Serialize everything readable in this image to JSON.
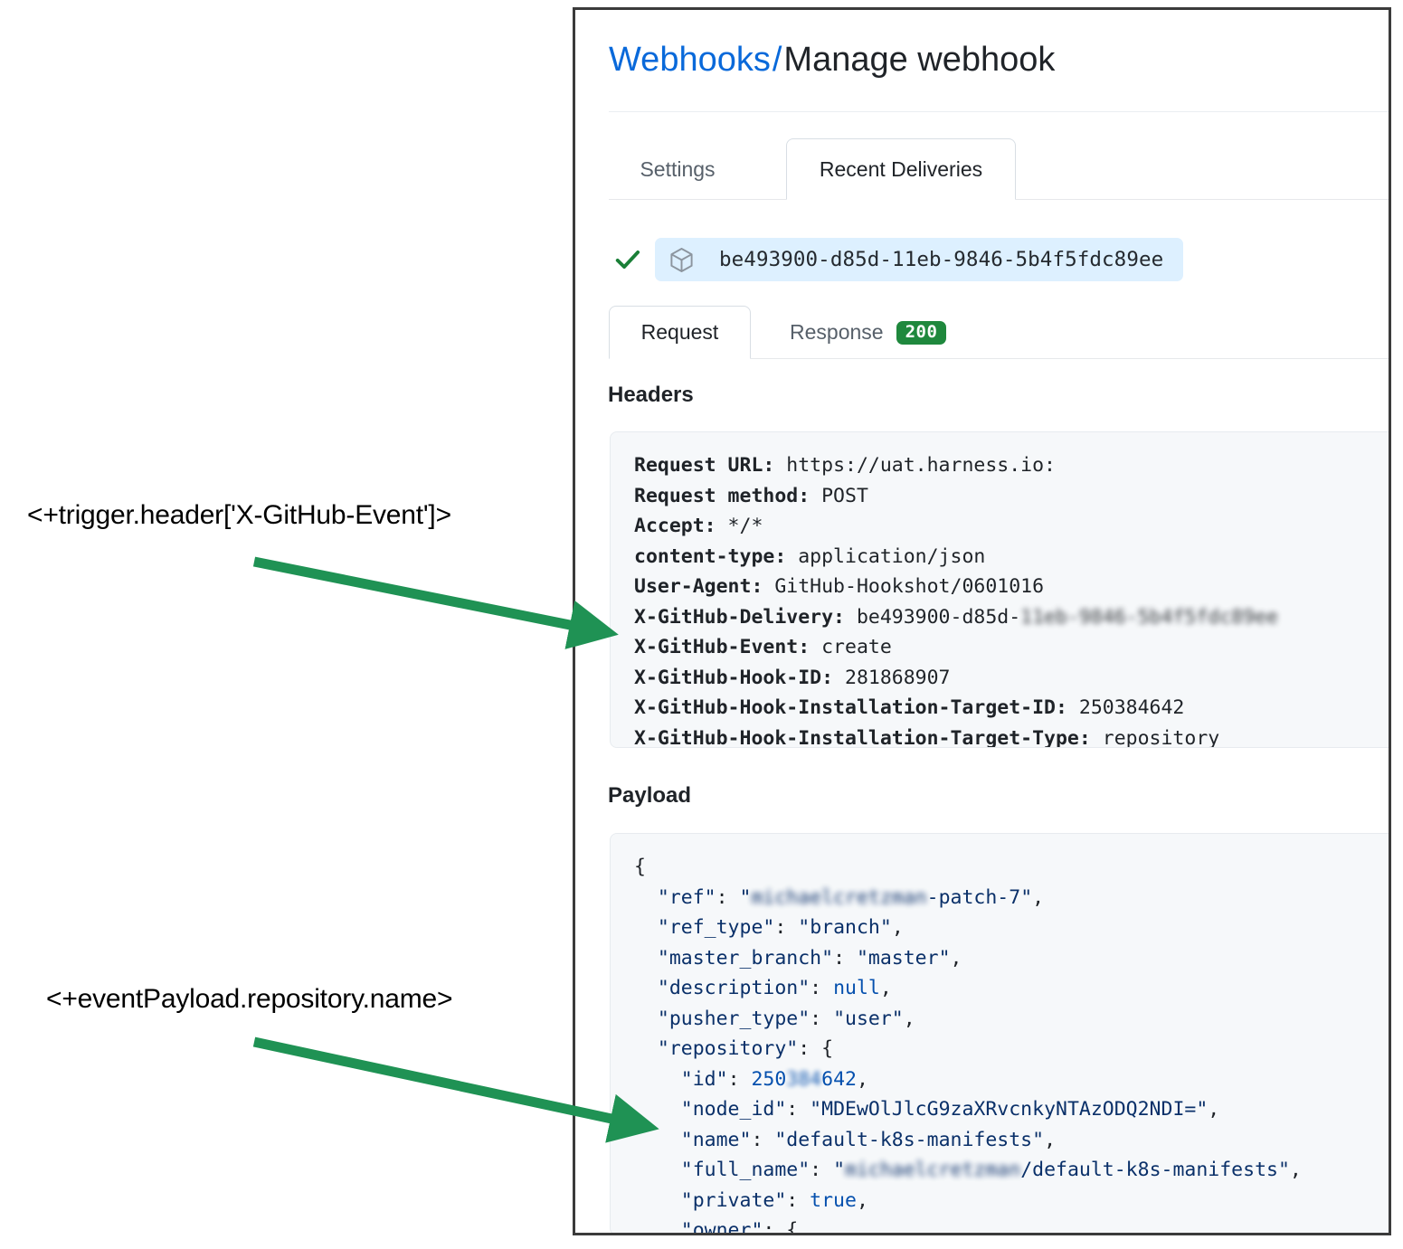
{
  "annotations": [
    {
      "text": "<+trigger.header['X-GitHub-Event']>"
    },
    {
      "text": "<+eventPayload.repository.name>"
    }
  ],
  "breadcrumb": {
    "link": "Webhooks",
    "separator": "/",
    "current": "Manage webhook"
  },
  "tabs": [
    {
      "label": "Settings",
      "active": false
    },
    {
      "label": "Recent Deliveries",
      "active": true
    }
  ],
  "delivery": {
    "check_icon": "check-icon",
    "cube_icon": "package-cube-icon",
    "id": "be493900-d85d-11eb-9846-5b4f5fdc89ee"
  },
  "request_tabs": [
    {
      "label": "Request",
      "active": true
    },
    {
      "label": "Response",
      "active": false,
      "badge": "200",
      "badge_color": "#1f883d"
    }
  ],
  "sections": {
    "headers_title": "Headers",
    "payload_title": "Payload"
  },
  "headers": [
    {
      "key": "Request URL:",
      "value": " https://uat.harness.io:"
    },
    {
      "key": "Request method:",
      "value": " POST"
    },
    {
      "key": "Accept:",
      "value": " */*"
    },
    {
      "key": "content-type:",
      "value": " application/json"
    },
    {
      "key": "User-Agent:",
      "value": " GitHub-Hookshot/0601016"
    },
    {
      "key": "X-GitHub-Delivery:",
      "value": " be493900-d85d-",
      "redacted_suffix": "11eb-9846-5b4f5fdc89ee"
    },
    {
      "key": "X-GitHub-Event:",
      "value": " create"
    },
    {
      "key": "X-GitHub-Hook-ID:",
      "value": " 281868907"
    },
    {
      "key": "X-GitHub-Hook-Installation-Target-ID:",
      "value": " 250384642"
    },
    {
      "key": "X-GitHub-Hook-Installation-Target-Type:",
      "value": " repository"
    }
  ],
  "payload": {
    "open_brace": "{",
    "lines": [
      {
        "indent": 1,
        "key": "\"ref\"",
        "redacted": "michaelcretzman",
        "value": "-patch-7",
        "quoted": true,
        "trailing": ","
      },
      {
        "indent": 1,
        "key": "\"ref_type\"",
        "value": "branch",
        "quoted": true,
        "trailing": ","
      },
      {
        "indent": 1,
        "key": "\"master_branch\"",
        "value": "master",
        "quoted": true,
        "trailing": ","
      },
      {
        "indent": 1,
        "key": "\"description\"",
        "value": "null",
        "literal": true,
        "trailing": ","
      },
      {
        "indent": 1,
        "key": "\"pusher_type\"",
        "value": "user",
        "quoted": true,
        "trailing": ","
      },
      {
        "indent": 1,
        "key": "\"repository\"",
        "value": "{",
        "object": true
      },
      {
        "indent": 2,
        "key": "\"id\"",
        "value_prefix": "250",
        "redacted_num": "384",
        "value_suffix": "642",
        "number": true,
        "trailing": ","
      },
      {
        "indent": 2,
        "key": "\"node_id\"",
        "value": "MDEwOlJlcG9zaXRvcnkyNTAzODQ2NDI=",
        "quoted": true,
        "trailing": ","
      },
      {
        "indent": 2,
        "key": "\"name\"",
        "value": "default-k8s-manifests",
        "quoted": true,
        "trailing": ","
      },
      {
        "indent": 2,
        "key": "\"full_name\"",
        "redacted": "michaelcretzman",
        "value": "/default-k8s-manifests",
        "quoted": true,
        "trailing": ","
      },
      {
        "indent": 2,
        "key": "\"private\"",
        "value": "true",
        "literal": true,
        "trailing": ","
      },
      {
        "indent": 2,
        "key": "\"owner\"",
        "value": "{",
        "object": true
      }
    ]
  },
  "colors": {
    "link": "#0969da",
    "badge_green": "#1f883d",
    "arrow_green": "#1f9254",
    "pill_blue": "#ddf0ff",
    "code_bg": "#f6f8fa"
  }
}
